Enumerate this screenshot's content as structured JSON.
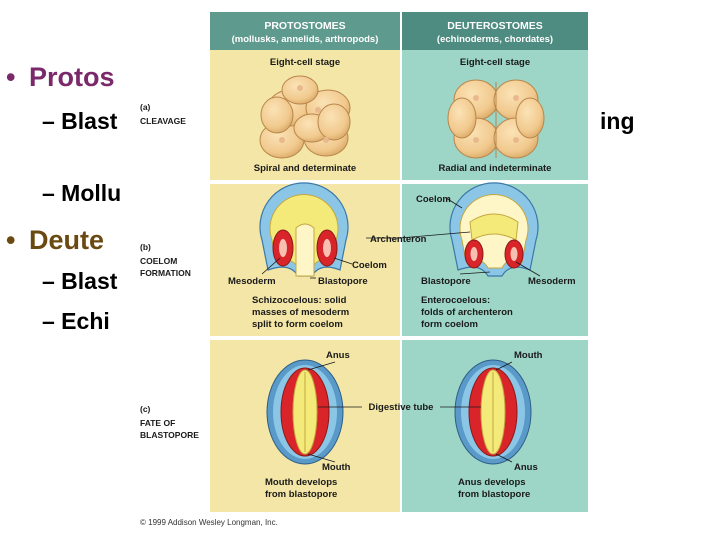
{
  "slide": {
    "bullet1": {
      "bullet": "•",
      "text": "Protos",
      "color": "#7a2a6a"
    },
    "bullet1_sub1_part1": "– Blast",
    "bullet1_sub1_part2": "ing",
    "bullet1_sub2": "– Mollu",
    "bullet2": {
      "bullet": "•",
      "text": "Deute",
      "color": "#6a4a10"
    },
    "bullet2_sub1": "– Blast",
    "bullet2_sub2": "– Echi"
  },
  "figure": {
    "left_header_title": "PROTOSTOMES",
    "left_header_sub": "(mollusks, annelids, arthropods)",
    "right_header_title": "DEUTEROSTOMES",
    "right_header_sub": "(echinoderms, chordates)",
    "row_a_letter": "(a)",
    "row_a_name": "CLEAVAGE",
    "row_b_letter": "(b)",
    "row_b_name_1": "COELOM",
    "row_b_name_2": "FORMATION",
    "row_c_letter": "(c)",
    "row_c_name_1": "FATE OF",
    "row_c_name_2": "BLASTOPORE",
    "left_eight_cell": "Eight-cell stage",
    "right_eight_cell": "Eight-cell stage",
    "left_cleavage_caption": "Spiral and determinate",
    "right_cleavage_caption": "Radial and indeterminate",
    "coelom_top": "Coelom",
    "archenteron": "Archenteron",
    "left_coelom": "Coelom",
    "left_mesoderm": "Mesoderm",
    "left_blastopore": "Blastopore",
    "right_blastopore": "Blastopore",
    "right_mesoderm": "Mesoderm",
    "left_coelom_caption_1": "Schizocoelous: solid",
    "left_coelom_caption_2": "masses of mesoderm",
    "left_coelom_caption_3": "split to form coelom",
    "right_coelom_caption_1": "Enterocoelous:",
    "right_coelom_caption_2": "folds of archenteron",
    "right_coelom_caption_3": "form coelom",
    "left_anus": "Anus",
    "right_mouth": "Mouth",
    "digestive_tube": "Digestive tube",
    "left_mouth": "Mouth",
    "right_anus": "Anus",
    "left_fate_caption_1": "Mouth develops",
    "left_fate_caption_2": "from blastopore",
    "right_fate_caption_1": "Anus develops",
    "right_fate_caption_2": "from blastopore",
    "copyright": "© 1999 Addison Wesley Longman, Inc."
  },
  "colors": {
    "left_panel": "#f3e6a6",
    "right_panel": "#9dd6c6",
    "left_header": "#5f9a8e",
    "right_header": "#4e8b80",
    "mesoderm": "#d9252a",
    "endoderm": "#f4ea7a",
    "ectoderm": "#8cc6e6",
    "cell": "#f1c98e"
  }
}
